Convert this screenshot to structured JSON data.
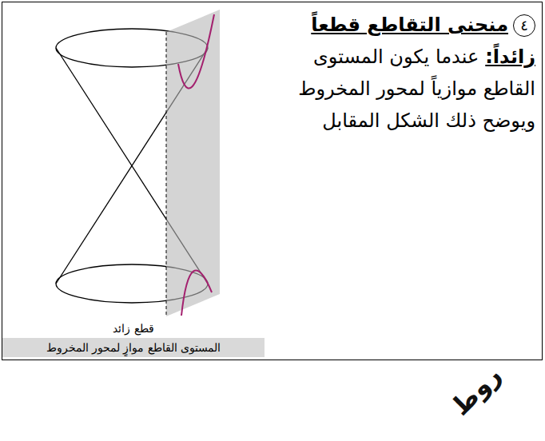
{
  "diagram": {
    "nodes": [
      {
        "text": [
          "٤",
          "منحنى التقاطع قطعاً زائداً:",
          "عندما يكون المستوى القاطع موازياً لمحور المخروط ويوضح ذلك الشكل المقابل"
        ]
      },
      {
        "text": [
          "قطع زائد",
          "المستوى القاطع موازٍ لمحور المخروط"
        ],
        "in": 0
      }
    ],
    "labels": [
      "روط"
    ]
  }
}
